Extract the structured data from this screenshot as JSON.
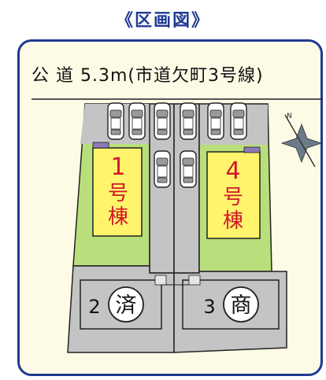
{
  "title": "《区画図》",
  "road_label": "公 道 5.3m(市道欠町3号線)",
  "lots": [
    {
      "num": "1",
      "suffix1": "号",
      "suffix2": "棟"
    },
    {
      "num": "4",
      "suffix1": "号",
      "suffix2": "棟"
    },
    {
      "num": "2",
      "status": "済"
    },
    {
      "num": "3",
      "status": "商"
    }
  ],
  "compass_letter": "N",
  "colors": {
    "frame": "#1f3a93",
    "background": "#fdfbe6",
    "paving": "#c4c4c4",
    "garden": "#b9df7c",
    "house": "#fff46b",
    "house_text": "#d0182a",
    "outline": "#222222"
  }
}
